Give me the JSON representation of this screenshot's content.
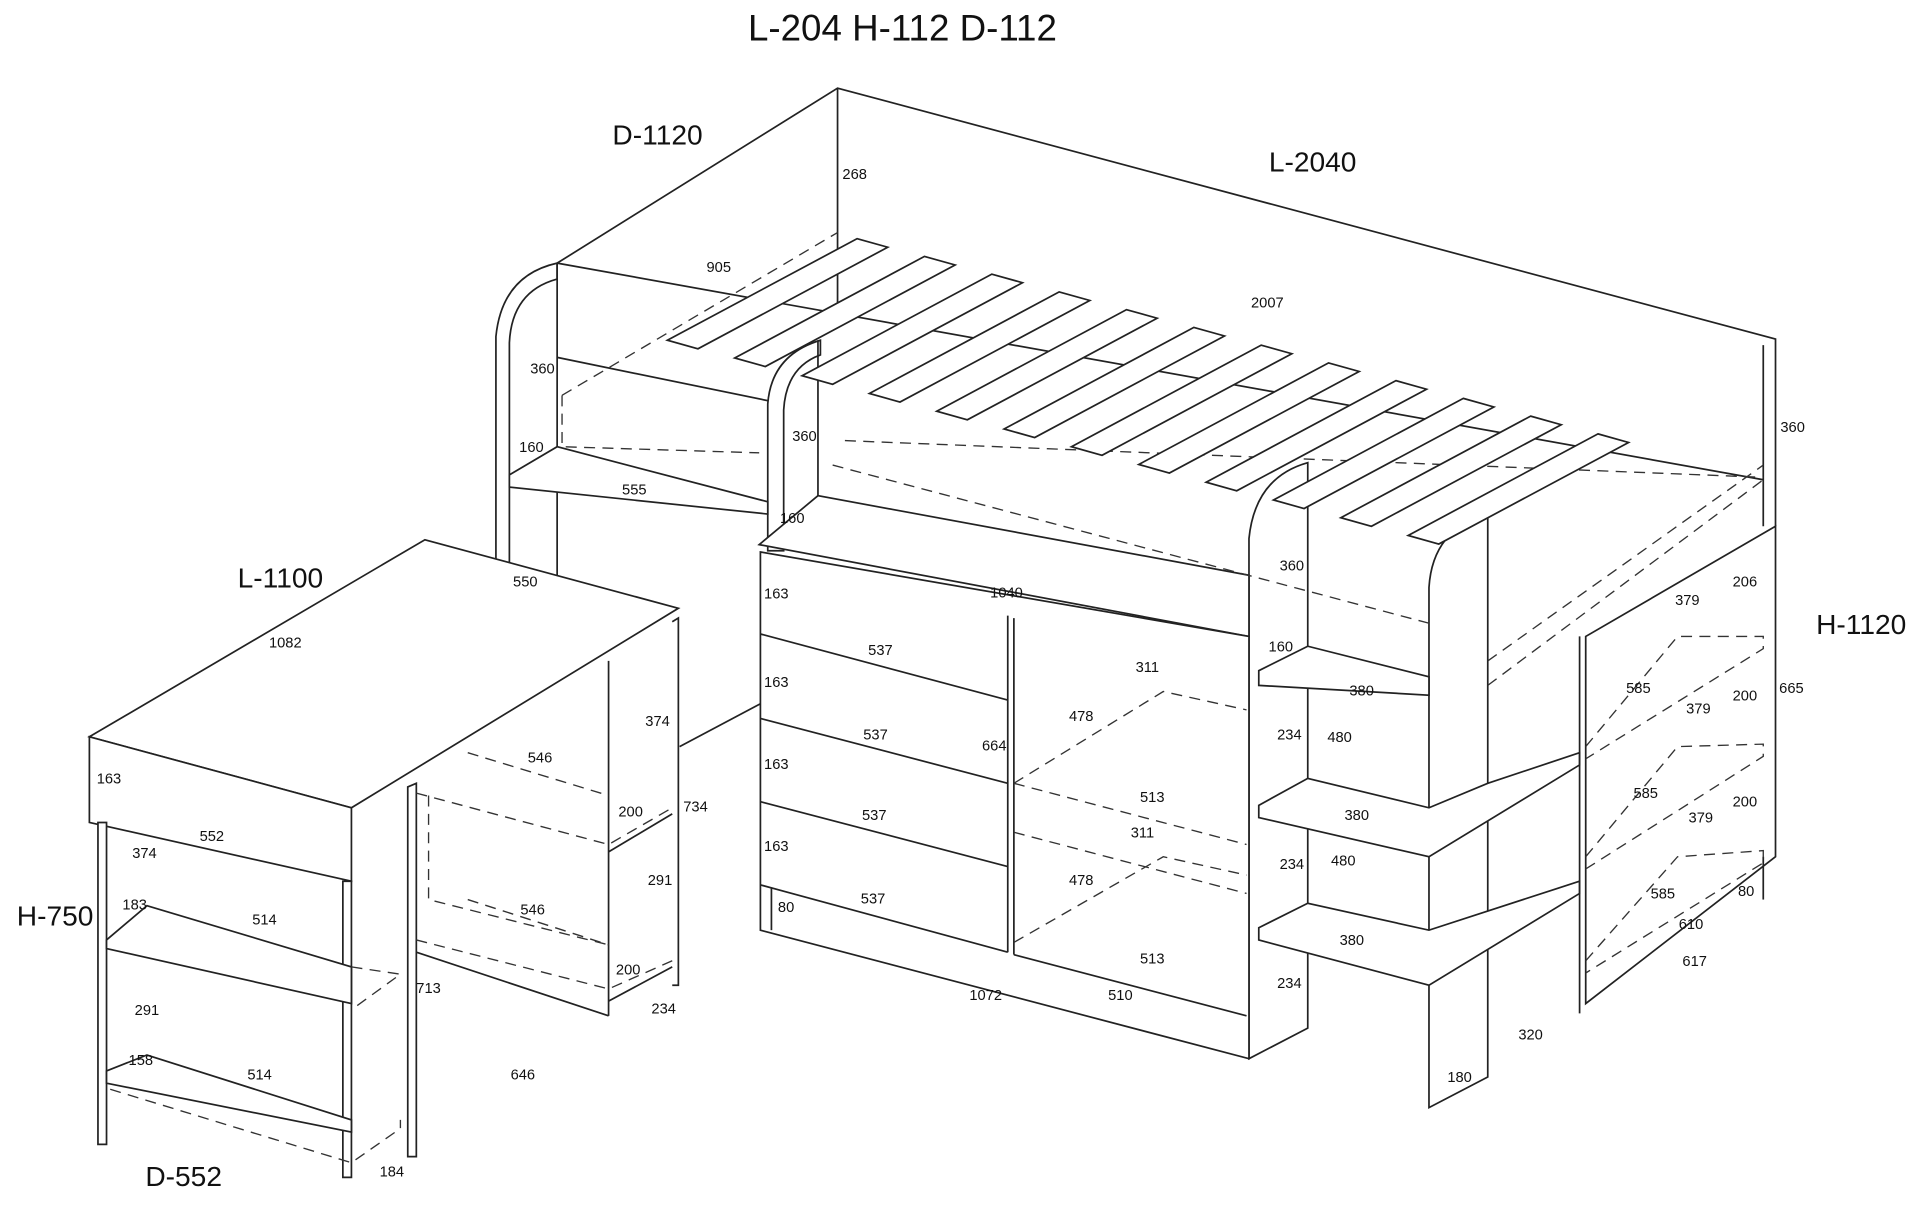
{
  "title": "L-204 H-112 D-112",
  "overall_dimensions": {
    "bed_depth": "D-1120",
    "bed_length": "L-2040",
    "bed_height": "H-1120",
    "desk_length": "L-1100",
    "desk_height": "H-750",
    "desk_depth": "D-552"
  },
  "dimension_labels": [
    "268",
    "905",
    "2007",
    "360",
    "360",
    "360",
    "160",
    "555",
    "160",
    "360",
    "550",
    "1082",
    "163",
    "1040",
    "160",
    "311",
    "206",
    "379",
    "537",
    "163",
    "380",
    "478",
    "585",
    "379",
    "200",
    "665",
    "374",
    "234",
    "480",
    "546",
    "537",
    "664",
    "163",
    "163",
    "513",
    "585",
    "200",
    "379",
    "200",
    "734",
    "380",
    "311",
    "552",
    "374",
    "163",
    "537",
    "291",
    "478",
    "234",
    "480",
    "183",
    "514",
    "546",
    "585",
    "610",
    "80",
    "537",
    "80",
    "513",
    "380",
    "200",
    "713",
    "617",
    "234",
    "1072",
    "510",
    "234",
    "291",
    "320",
    "158",
    "514",
    "646",
    "180",
    "184"
  ]
}
